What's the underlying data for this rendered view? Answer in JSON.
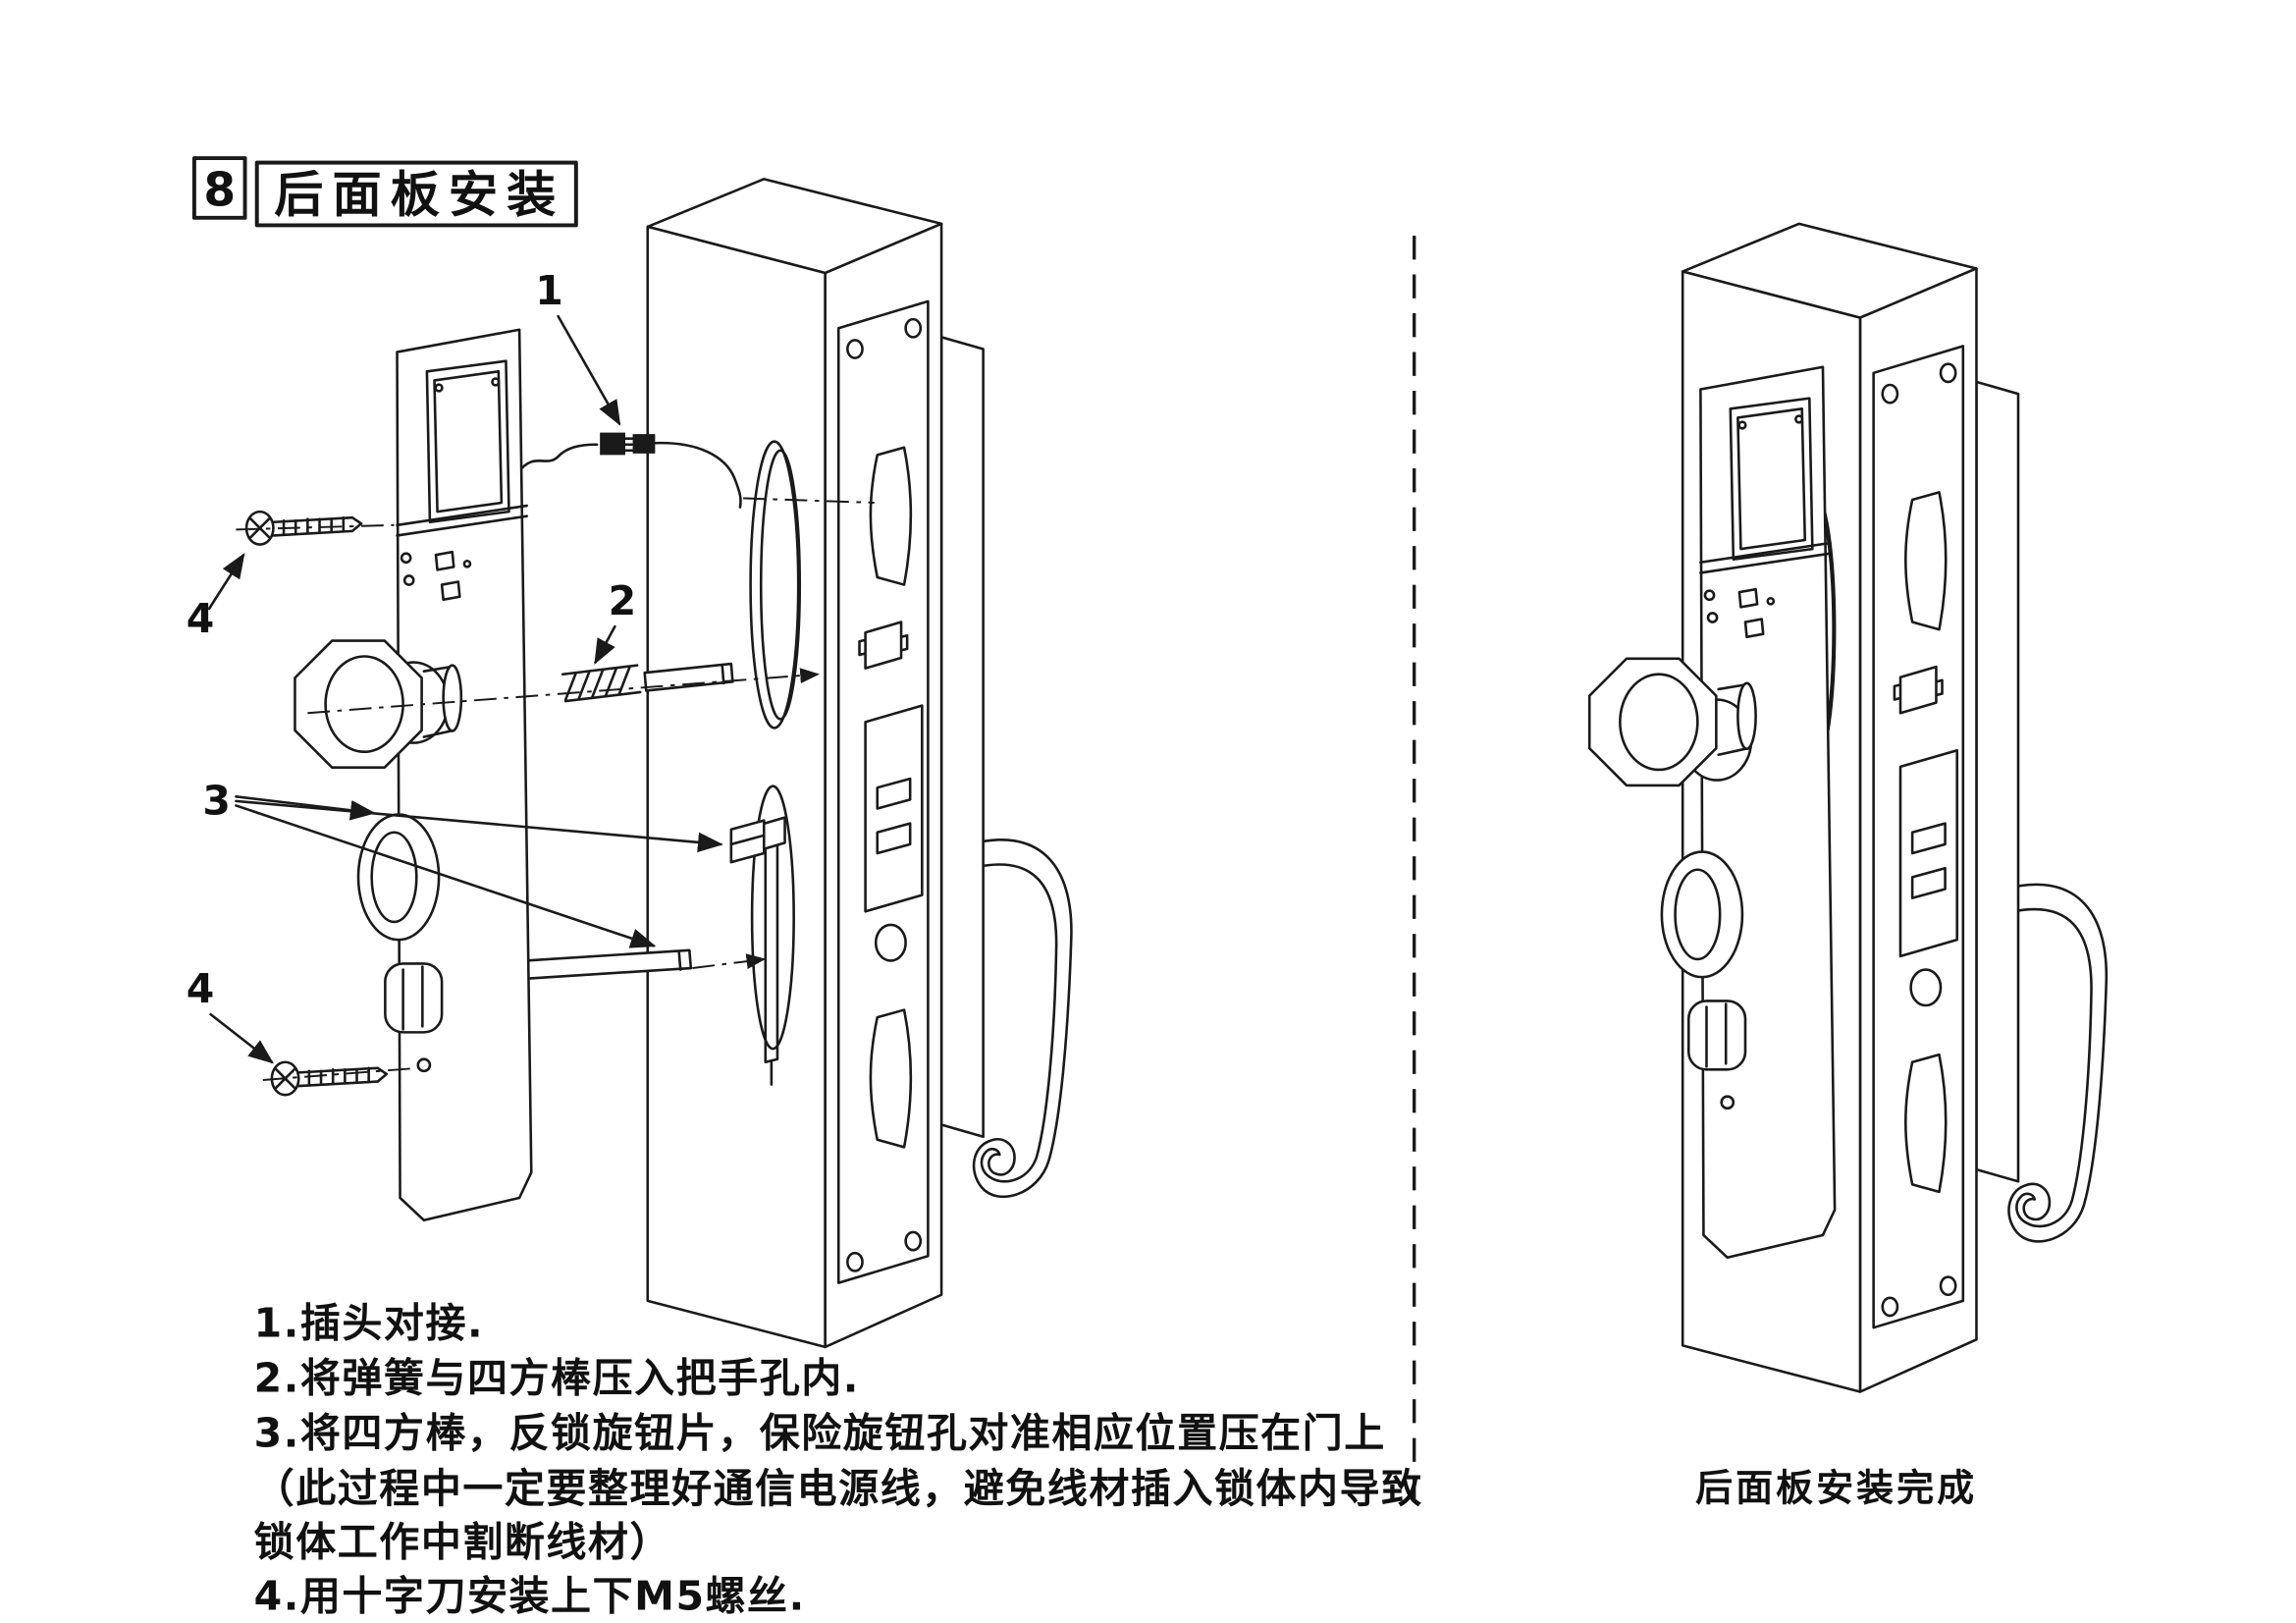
{
  "page": {
    "background": "#ffffff",
    "line_color": "#1a1a1a"
  },
  "header": {
    "step_number": "8",
    "step_title": "后面板安装"
  },
  "callouts": {
    "plug": "1",
    "spring": "2",
    "square_bar": "3",
    "screw_top": "4",
    "screw_bottom": "4"
  },
  "instructions": [
    "1.插头对接.",
    "2.将弹簧与四方棒压入把手孔内.",
    "3.将四方棒，反锁旋钮片，保险旋钮孔对准相应位置压在门上",
    "（此过程中一定要整理好通信电源线，避免线材插入锁体内导致",
    "锁体工作中割断线材）",
    "4.用十字刀安装上下M5螺丝."
  ],
  "assembled_caption": "后面板安装完成"
}
